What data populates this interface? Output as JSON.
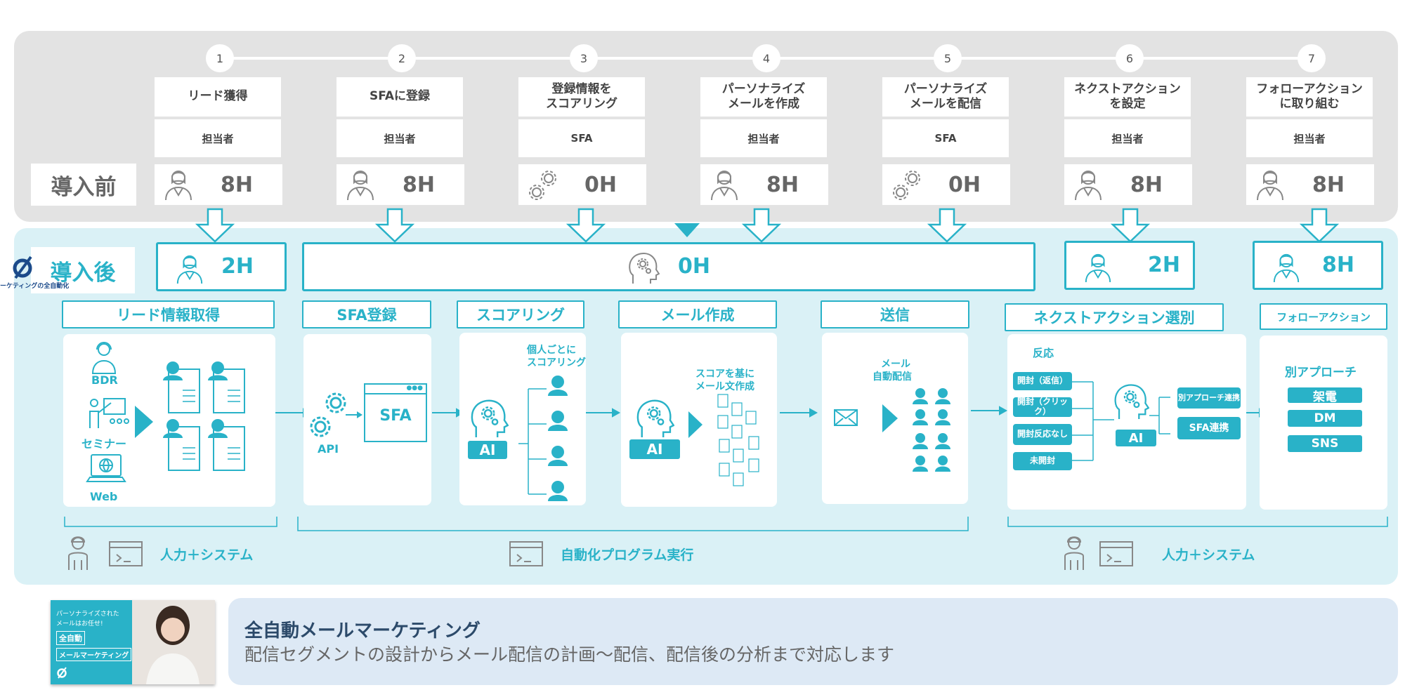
{
  "steps": [
    {
      "num": "1",
      "title": "リード獲得",
      "owner": "担当者",
      "hours": "8H",
      "icon": "person-icon"
    },
    {
      "num": "2",
      "title": "SFAに登録",
      "owner": "担当者",
      "hours": "8H",
      "icon": "person-icon"
    },
    {
      "num": "3",
      "title": "登録情報を\nスコアリング",
      "owner": "SFA",
      "hours": "0H",
      "icon": "gears-icon"
    },
    {
      "num": "4",
      "title": "パーソナライズ\nメールを作成",
      "owner": "担当者",
      "hours": "8H",
      "icon": "person-icon"
    },
    {
      "num": "5",
      "title": "パーソナライズ\nメールを配信",
      "owner": "SFA",
      "hours": "0H",
      "icon": "gears-icon"
    },
    {
      "num": "6",
      "title": "ネクストアクション\nを設定",
      "owner": "担当者",
      "hours": "8H",
      "icon": "person-icon"
    },
    {
      "num": "7",
      "title": "フォローアクション\nに取り組む",
      "owner": "担当者",
      "hours": "8H",
      "icon": "person-icon"
    }
  ],
  "before_label": "導入前",
  "after_label": "導入後",
  "logo_text": "ーケティングの全自動化",
  "after_hours": {
    "h1": "2H",
    "h2": "0H",
    "h3": "2H",
    "h4": "8H"
  },
  "processes": {
    "lead": "リード情報取得",
    "sfa": "SFA登録",
    "scoring": "スコアリング",
    "mail": "メール作成",
    "send": "送信",
    "next": "ネクストアクション選別",
    "follow": "フォローアクション"
  },
  "lead_card": {
    "bdr": "BDR",
    "seminar": "セミナー",
    "web": "Web"
  },
  "sfa_card": {
    "api": "API",
    "sfa": "SFA"
  },
  "scoring_card": {
    "note1": "個人ごとに",
    "note2": "スコアリング",
    "ai": "AI"
  },
  "mail_card": {
    "note1": "スコアを基に",
    "note2": "メール文作成",
    "ai": "AI"
  },
  "send_card": {
    "note1": "メール",
    "note2": "自動配信"
  },
  "next_card": {
    "reaction": "反応",
    "r1": "開封（返信）",
    "r2": "開封（クリック）",
    "r3": "開封反応なし",
    "r4": "未開封",
    "ai": "AI",
    "o1": "別アプローチ連携",
    "o2": "SFA連携"
  },
  "follow_card": {
    "title": "別アプローチ",
    "b1": "架電",
    "b2": "DM",
    "b3": "SNS"
  },
  "footer": {
    "left": "人力＋システム",
    "middle": "自動化プログラム実行",
    "right": "人力＋システム"
  },
  "thumb": {
    "line1": "パーソナライズされた",
    "line2": "メールはお任せ!",
    "tag1": "全自動",
    "tag2": "メールマーケティング"
  },
  "bottom": {
    "title": "全自動メールマーケティング",
    "desc": "配信セグメントの設計からメール配信の計画〜配信、配信後の分析まで対応します"
  },
  "colors": {
    "teal": "#29b2c8",
    "gray_panel": "#e3e3e3",
    "light_teal": "#daf1f6"
  }
}
